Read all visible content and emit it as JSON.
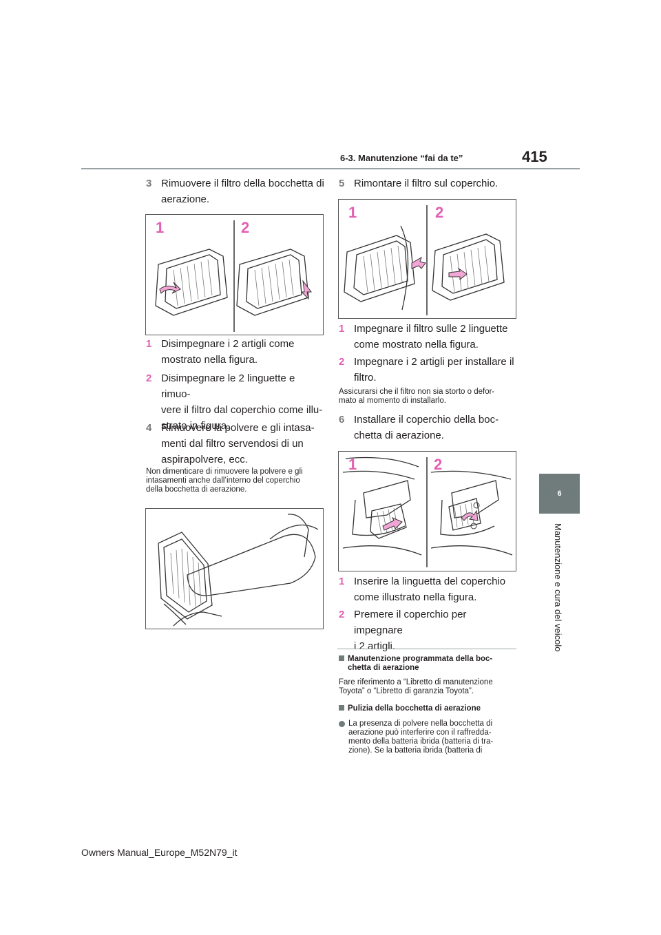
{
  "header": {
    "section": "6-3. Manutenzione “fai da te”",
    "page_number": "415"
  },
  "side_tab": {
    "chapter": "6",
    "title": "Manutenzione e cura del veicolo"
  },
  "left": {
    "step3": {
      "num": "3",
      "text_a": "Rimuovere il filtro della bocchetta di",
      "text_b": "aerazione."
    },
    "fig1": {
      "label1": "1",
      "label2": "2"
    },
    "sub1": {
      "num": "1",
      "text_a": "Disimpegnare i 2 artigli come",
      "text_b": "mostrato nella figura."
    },
    "sub2": {
      "num": "2",
      "text_a": "Disimpegnare le 2 linguette e rimuo-",
      "text_b": "vere il filtro dal coperchio come illu-",
      "text_c": "strato in figura."
    },
    "step4": {
      "num": "4",
      "text_a": "Rimuovere la polvere e gli intasa-",
      "text_b": "menti dal filtro servendosi di un",
      "text_c": "aspirapolvere, ecc."
    },
    "note": {
      "line1": "Non dimenticare di rimuovere la polvere e gli",
      "line2": "intasamenti anche dall’interno del coperchio",
      "line3": "della bocchetta di aerazione."
    }
  },
  "right": {
    "step5": {
      "num": "5",
      "text": "Rimontare il filtro sul coperchio."
    },
    "fig2": {
      "label1": "1",
      "label2": "2"
    },
    "sub1": {
      "num": "1",
      "text_a": "Impegnare il filtro sulle 2 linguette",
      "text_b": "come mostrato nella figura."
    },
    "sub2": {
      "num": "2",
      "text_a": "Impegnare i 2 artigli per installare il",
      "text_b": "filtro."
    },
    "note": {
      "line1": "Assicurarsi che il filtro non sia storto o defor-",
      "line2": "mato al momento di installarlo."
    },
    "step6": {
      "num": "6",
      "text_a": "Installare il coperchio della boc-",
      "text_b": "chetta di aerazione."
    },
    "fig3": {
      "label1": "1",
      "label2": "2"
    },
    "sub3": {
      "num": "1",
      "text_a": "Inserire la linguetta del coperchio",
      "text_b": "come illustrato nella figura."
    },
    "sub4": {
      "num": "2",
      "text_a": "Premere il coperchio per impegnare",
      "text_b": "i 2 artigli."
    },
    "section1": {
      "title_a": "Manutenzione programmata della boc-",
      "title_b": "chetta di aerazione",
      "body_a": "Fare riferimento a “Libretto di manutenzione",
      "body_b": "Toyota” o “Libretto di garanzia Toyota”."
    },
    "section2": {
      "title": "Pulizia della bocchetta di aerazione",
      "bullet_a": "La presenza di polvere nella bocchetta di",
      "bullet_b": "aerazione può interferire con il raffredda-",
      "bullet_c": "mento della batteria ibrida (batteria di tra-",
      "bullet_d": "zione). Se la batteria ibrida (batteria di"
    }
  },
  "footer": {
    "text": "Owners Manual_Europe_M52N79_it"
  }
}
